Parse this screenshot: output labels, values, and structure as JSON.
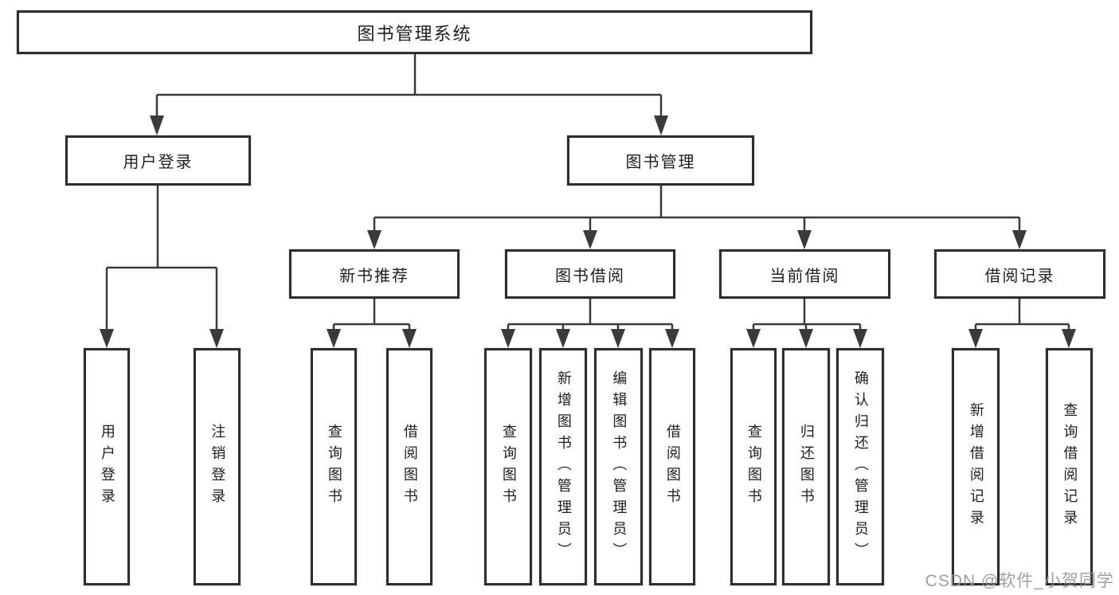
{
  "diagram": {
    "tree": {
      "label": "图书管理系统",
      "children": [
        {
          "label": "用户登录",
          "children": [
            {
              "label": "用户登录"
            },
            {
              "label": "注销登录"
            }
          ]
        },
        {
          "label": "图书管理",
          "children": [
            {
              "label": "新书推荐",
              "children": [
                {
                  "label": "查询图书"
                },
                {
                  "label": "借阅图书"
                }
              ]
            },
            {
              "label": "图书借阅",
              "children": [
                {
                  "label": "查询图书"
                },
                {
                  "label": "新增图书（管理员）"
                },
                {
                  "label": "编辑图书（管理员）"
                },
                {
                  "label": "借阅图书"
                }
              ]
            },
            {
              "label": "当前借阅",
              "children": [
                {
                  "label": "查询图书"
                },
                {
                  "label": "归还图书"
                },
                {
                  "label": "确认归还（管理员）"
                }
              ]
            },
            {
              "label": "借阅记录",
              "children": [
                {
                  "label": "新增借阅记录"
                },
                {
                  "label": "查询借阅记录"
                }
              ]
            }
          ]
        }
      ]
    },
    "watermark": "CSDN @软件_小贺同学",
    "colors": {
      "line": "#3a3a3a",
      "border": "#2e2e2e",
      "text": "#1f1f1f",
      "background": "#ffffff",
      "watermark": "#969696"
    }
  }
}
